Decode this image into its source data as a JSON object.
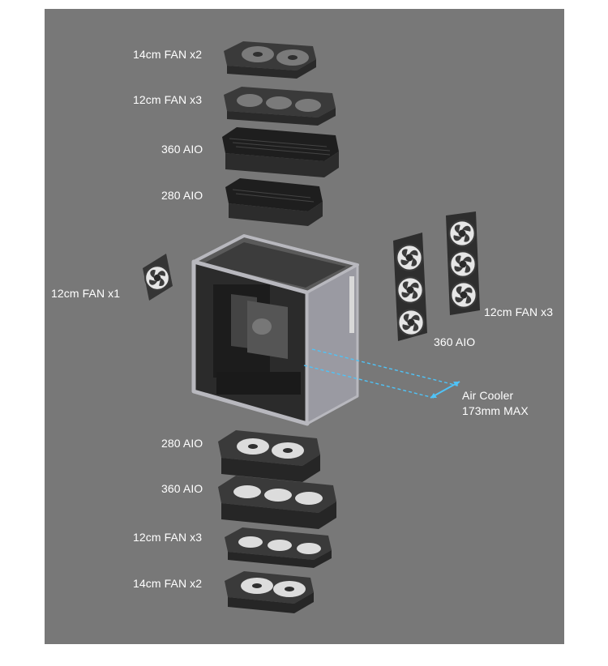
{
  "colors": {
    "background": "#787878",
    "label": "#ffffff",
    "dimension_arrow": "#4fc3f7"
  },
  "top_stack": {
    "fan_14cm_x2": "14cm FAN x2",
    "fan_12cm_x3": "12cm FAN x3",
    "aio_360": "360 AIO",
    "aio_280": "280 AIO"
  },
  "rear": {
    "fan_12cm_x1": "12cm FAN x1"
  },
  "side": {
    "aio_360": "360 AIO",
    "fan_12cm_x3": "12cm FAN x3"
  },
  "air_cooler": {
    "line1": "Air Cooler",
    "line2": "173mm MAX"
  },
  "bottom_stack": {
    "aio_280": "280 AIO",
    "aio_360": "360 AIO",
    "fan_12cm_x3": "12cm FAN x3",
    "fan_14cm_x2": "14cm FAN x2"
  }
}
